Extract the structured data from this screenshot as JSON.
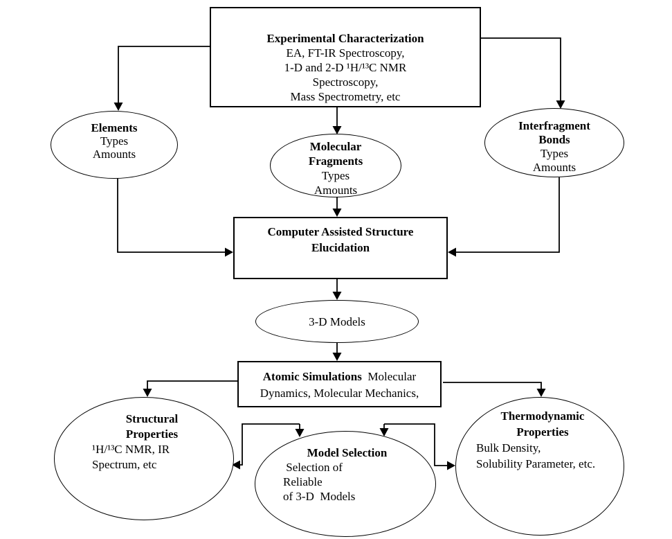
{
  "figure": {
    "description_label": "structure-elucidation-flowchart"
  },
  "colors": {
    "background": "#ffffff",
    "stroke": "#000000",
    "text": "#000000"
  },
  "nodes": {
    "experimental": {
      "title": "Experimental Characterization",
      "lines": [
        "EA, FT-IR Spectroscopy,",
        "1-D and 2-D ¹H/¹³C NMR",
        "Spectroscopy,",
        "Mass Spectrometry, etc"
      ]
    },
    "elements": {
      "title": "Elements",
      "lines": [
        "Types",
        "Amounts"
      ]
    },
    "molecular_fragments": {
      "title1": "Molecular",
      "title2": "Fragments",
      "lines": [
        "Types",
        "Amounts"
      ]
    },
    "interfragment_bonds": {
      "title1": "Interfragment",
      "title2": "Bonds",
      "lines": [
        "Types",
        "Amounts"
      ]
    },
    "case": {
      "title1": "Computer Assisted Structure",
      "title2": "Elucidation"
    },
    "models_3d": {
      "label": "3-D Models"
    },
    "atomic": {
      "title": "Atomic Simulations",
      "title_suffix": "  Molecular",
      "line2": "Dynamics, Molecular Mechanics,"
    },
    "structural": {
      "title1": "Structural",
      "title2": "Properties",
      "lines": [
        "¹H/¹³C NMR, IR",
        "Spectrum, etc"
      ]
    },
    "model_selection": {
      "title": "Model Selection",
      "lines": [
        " Selection of",
        "Reliable",
        "of 3-D  Models"
      ]
    },
    "thermodynamic": {
      "title1": "Thermodynamic",
      "title2": "Properties",
      "lines": [
        "Bulk Density,",
        "Solubility Parameter, etc."
      ]
    }
  }
}
